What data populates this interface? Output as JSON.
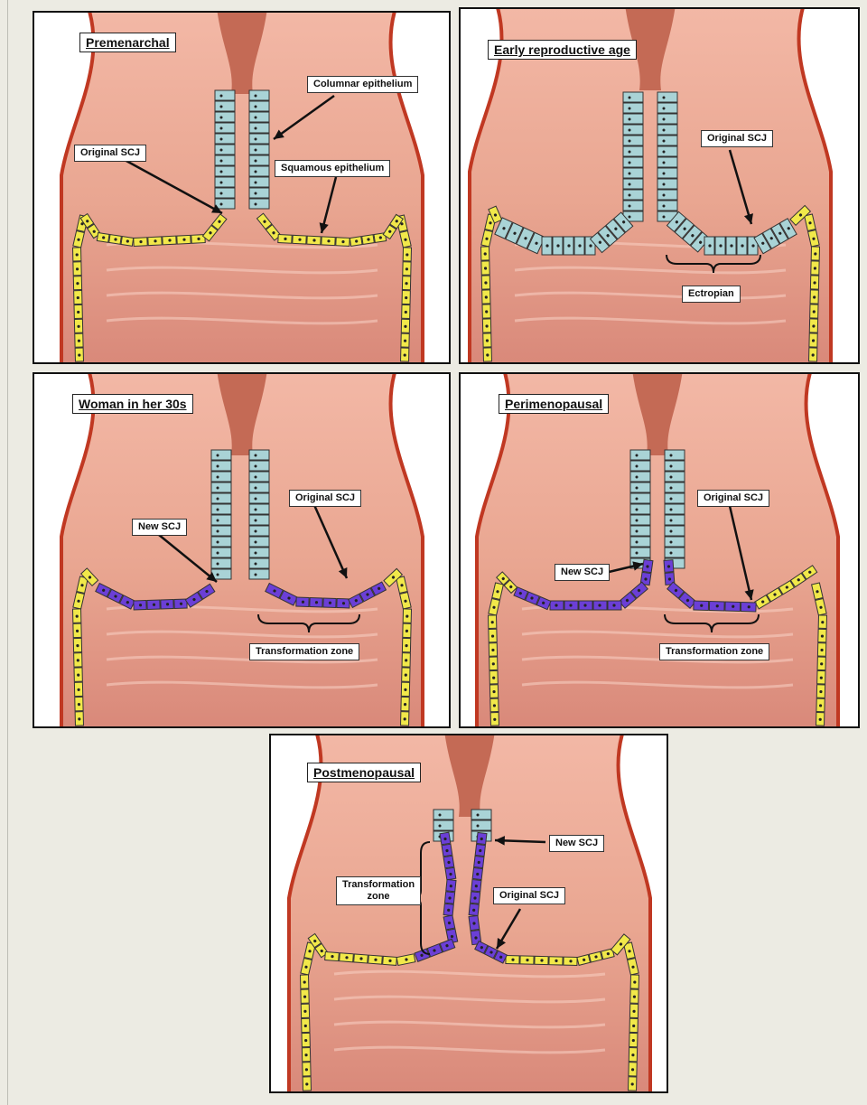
{
  "colors": {
    "tissue": "#e9a691",
    "tissue_dark": "#c97a68",
    "wall": "#c03822",
    "columnar": "#a9d3d6",
    "squamous": "#f1e84a",
    "metaplastic": "#6b3fd6"
  },
  "panels": {
    "premenarchal": {
      "title": "Premenarchal",
      "columnar_label": "Columnar epithelium",
      "original_scj_label": "Original SCJ",
      "squamous_label": "Squamous epithelium"
    },
    "early_reproductive": {
      "title": "Early reproductive age",
      "original_scj_label": "Original SCJ",
      "ectropian_label": "Ectropian"
    },
    "thirties": {
      "title": "Woman in her 30s",
      "new_scj_label": "New SCJ",
      "original_scj_label": "Original SCJ",
      "tz_label": "Transformation zone"
    },
    "perimenopausal": {
      "title": "Perimenopausal",
      "new_scj_label": "New SCJ",
      "original_scj_label": "Original SCJ",
      "tz_label": "Transformation zone"
    },
    "postmenopausal": {
      "title": "Postmenopausal",
      "new_scj_label": "New SCJ",
      "original_scj_label": "Original SCJ",
      "tz_label": "Transformation zone"
    }
  }
}
